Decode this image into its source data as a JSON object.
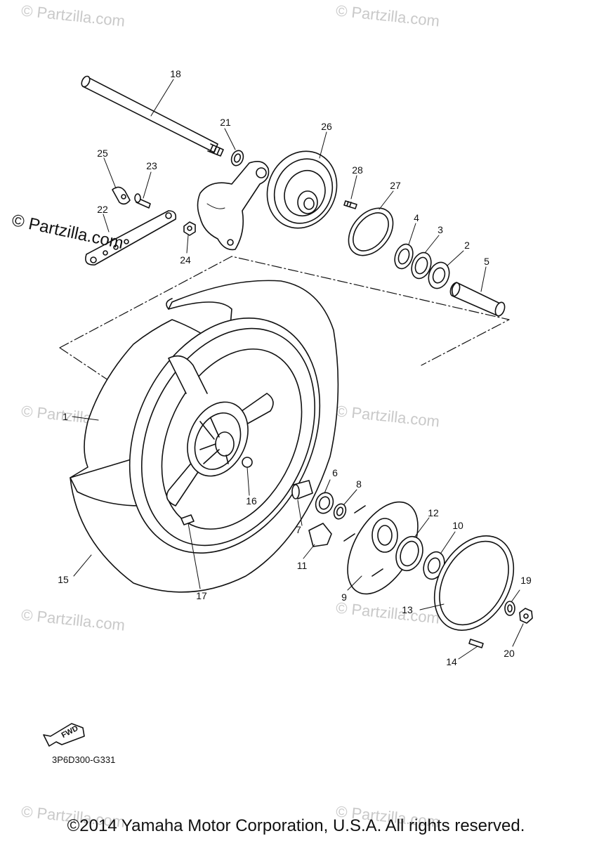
{
  "watermark": {
    "main": "© Partzilla.com",
    "faint": "© Partzilla.com"
  },
  "callouts": [
    "1",
    "2",
    "3",
    "4",
    "5",
    "6",
    "7",
    "8",
    "9",
    "10",
    "11",
    "12",
    "13",
    "14",
    "15",
    "16",
    "17",
    "18",
    "19",
    "20",
    "21",
    "22",
    "23",
    "24",
    "25",
    "26",
    "27",
    "28"
  ],
  "fwd_label": "FWD",
  "diagram_code": "3P6D300-G331",
  "copyright": "©2014 Yamaha Motor Corporation, U.S.A. All rights reserved."
}
